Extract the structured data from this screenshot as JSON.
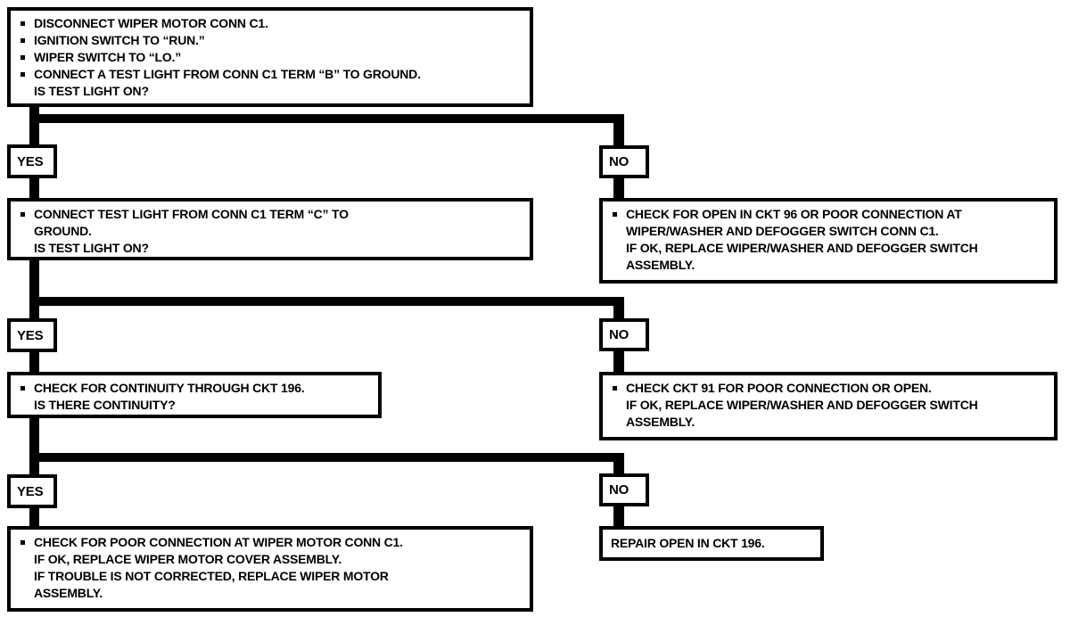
{
  "flowchart": {
    "branch_labels": {
      "yes": "YES",
      "no": "NO"
    },
    "step1": {
      "lines": [
        "DISCONNECT WIPER MOTOR CONN C1.",
        "IGNITION SWITCH TO “RUN.”",
        "WIPER SWITCH TO “LO.”",
        "CONNECT A TEST LIGHT FROM CONN C1 TERM “B” TO GROUND.",
        "IS TEST LIGHT ON?"
      ]
    },
    "step2_yes": {
      "lines": [
        "CONNECT TEST LIGHT FROM CONN C1 TERM “C” TO",
        "GROUND.",
        "IS TEST LIGHT ON?"
      ]
    },
    "step2_no": {
      "lines": [
        "CHECK FOR OPEN IN CKT 96 OR POOR CONNECTION AT",
        "WIPER/WASHER AND DEFOGGER SWITCH CONN C1.",
        "IF OK, REPLACE WIPER/WASHER AND DEFOGGER SWITCH",
        "ASSEMBLY."
      ]
    },
    "step3_yes": {
      "lines": [
        "CHECK FOR CONTINUITY THROUGH CKT 196.",
        "IS THERE CONTINUITY?"
      ]
    },
    "step3_no": {
      "lines": [
        "CHECK CKT 91 FOR POOR CONNECTION OR OPEN.",
        "IF OK, REPLACE WIPER/WASHER AND DEFOGGER SWITCH",
        "ASSEMBLY."
      ]
    },
    "step4_yes": {
      "lines": [
        "CHECK FOR POOR CONNECTION AT WIPER MOTOR CONN C1.",
        "IF OK, REPLACE WIPER MOTOR COVER ASSEMBLY.",
        "IF TROUBLE IS NOT CORRECTED, REPLACE WIPER MOTOR",
        "ASSEMBLY."
      ]
    },
    "step4_no": {
      "lines": [
        "REPAIR OPEN IN CKT 196."
      ]
    },
    "colors": {
      "line": "#000000",
      "background": "#ffffff"
    }
  }
}
